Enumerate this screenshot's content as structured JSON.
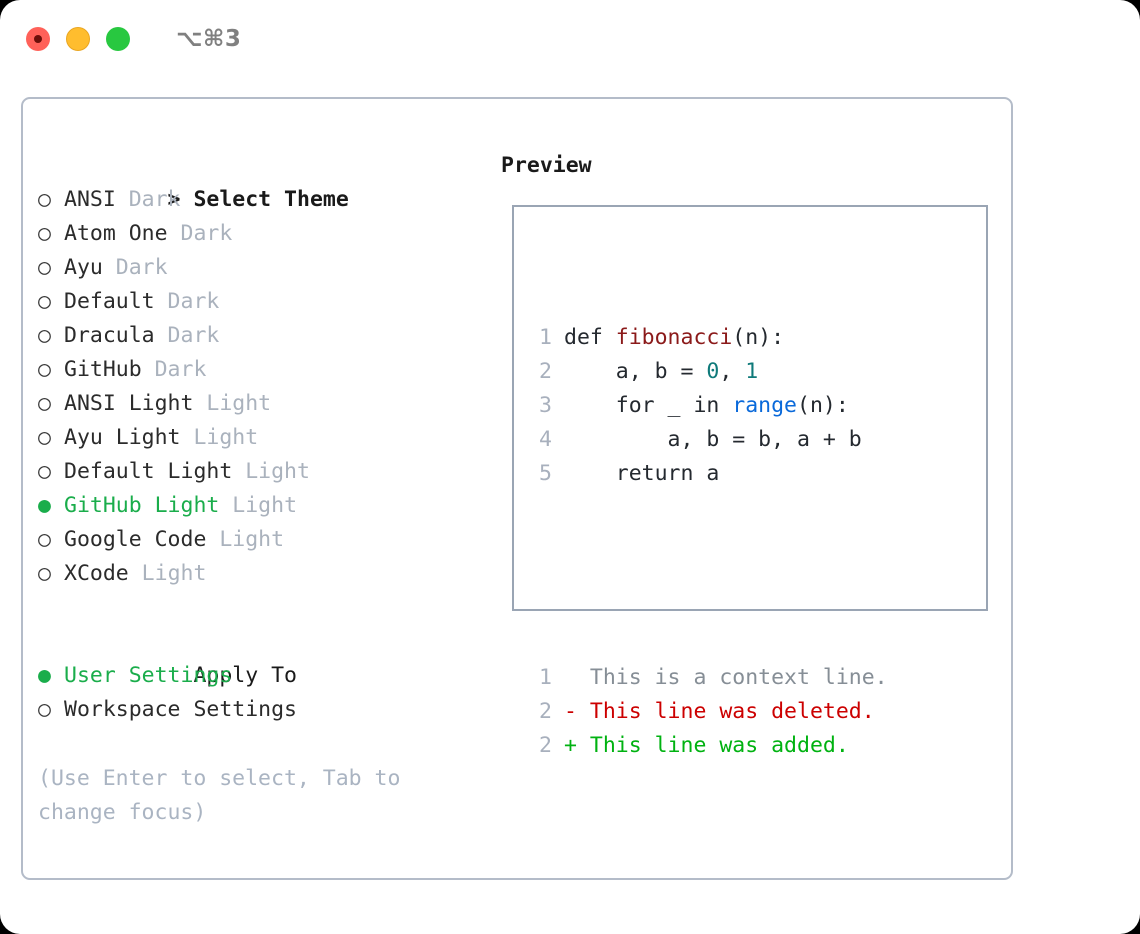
{
  "titlebar": {
    "shortcut": "⌥⌘3",
    "lights": [
      {
        "name": "close",
        "color": "#ff6159"
      },
      {
        "name": "minimize",
        "color": "#ffbd2e"
      },
      {
        "name": "maximize",
        "color": "#28c840"
      }
    ]
  },
  "colors": {
    "selected_green": "#1aad4b",
    "muted_gray": "#aab2bd",
    "hint_gray": "#aab4c2",
    "panel_border": "#b4bcc9",
    "preview_border": "#9aa5b4",
    "diff_add": "#00b211",
    "diff_del": "#cc0000",
    "func_red": "#8b1a1a",
    "builtin_blue": "#0969da",
    "number_teal": "#0f7a7a"
  },
  "theme_list": {
    "header": "Select Theme",
    "header_marker": ">",
    "bullet_unselected": "○",
    "bullet_selected": "●",
    "items": [
      {
        "label": "ANSI",
        "category": "Dark",
        "selected": false
      },
      {
        "label": "Atom One",
        "category": "Dark",
        "selected": false
      },
      {
        "label": "Ayu",
        "category": "Dark",
        "selected": false
      },
      {
        "label": "Default",
        "category": "Dark",
        "selected": false
      },
      {
        "label": "Dracula",
        "category": "Dark",
        "selected": false
      },
      {
        "label": "GitHub",
        "category": "Dark",
        "selected": false
      },
      {
        "label": "ANSI Light",
        "category": "Light",
        "selected": false
      },
      {
        "label": "Ayu Light",
        "category": "Light",
        "selected": false
      },
      {
        "label": "Default Light",
        "category": "Light",
        "selected": false
      },
      {
        "label": "GitHub Light",
        "category": "Light",
        "selected": true
      },
      {
        "label": "Google Code",
        "category": "Light",
        "selected": false
      },
      {
        "label": "XCode",
        "category": "Light",
        "selected": false
      }
    ]
  },
  "apply_to": {
    "header": "Apply To",
    "items": [
      {
        "label": "User Settings",
        "selected": true
      },
      {
        "label": "Workspace Settings",
        "selected": false
      }
    ]
  },
  "hint": "(Use Enter to select, Tab to change focus)",
  "preview": {
    "title": "Preview",
    "code_lines": [
      {
        "number": "1",
        "tokens": [
          {
            "text": "def ",
            "kind": "plain"
          },
          {
            "text": "fibonacci",
            "kind": "func"
          },
          {
            "text": "(n):",
            "kind": "plain"
          }
        ]
      },
      {
        "number": "2",
        "tokens": [
          {
            "text": "    a, b = ",
            "kind": "plain"
          },
          {
            "text": "0",
            "kind": "num"
          },
          {
            "text": ", ",
            "kind": "plain"
          },
          {
            "text": "1",
            "kind": "num"
          }
        ]
      },
      {
        "number": "3",
        "tokens": [
          {
            "text": "    for _ in ",
            "kind": "plain"
          },
          {
            "text": "range",
            "kind": "builtin"
          },
          {
            "text": "(n):",
            "kind": "plain"
          }
        ]
      },
      {
        "number": "4",
        "tokens": [
          {
            "text": "        a, b = b, a + b",
            "kind": "plain"
          }
        ]
      },
      {
        "number": "5",
        "tokens": [
          {
            "text": "    return a",
            "kind": "plain"
          }
        ]
      }
    ],
    "diff_lines": [
      {
        "number": "1",
        "marker": " ",
        "text": "  This is a context line.",
        "kind": "ctx"
      },
      {
        "number": "2",
        "marker": "-",
        "text": "- This line was deleted.",
        "kind": "del"
      },
      {
        "number": "2",
        "marker": "+",
        "text": "+ This line was added.",
        "kind": "add"
      }
    ]
  }
}
